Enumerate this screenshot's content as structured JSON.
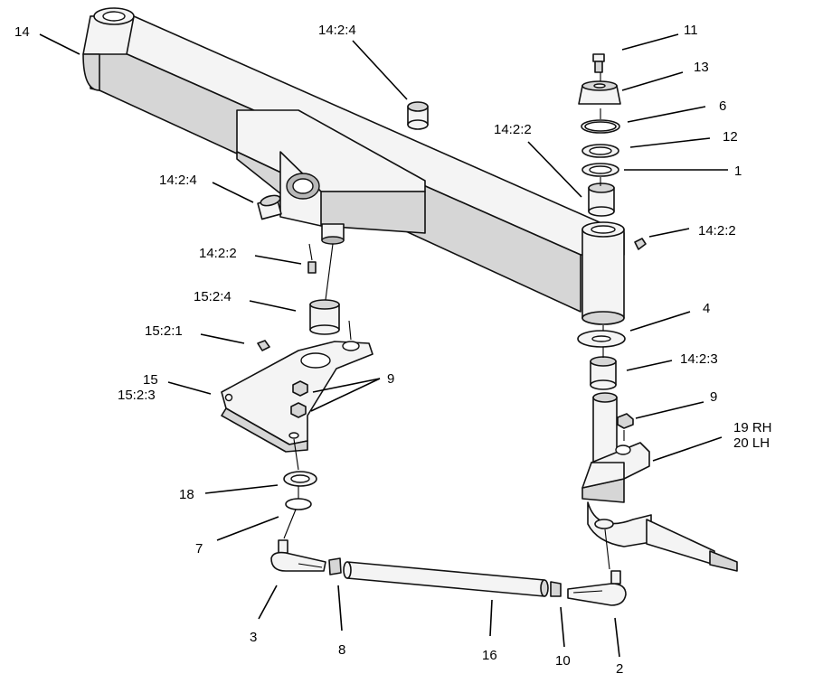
{
  "callouts": {
    "c14": "14",
    "c14_2_4_top": "14:2:4",
    "c14_2_4_left": "14:2:4",
    "c14_2_2_left": "14:2:2",
    "c14_2_2_mid": "14:2:2",
    "c14_2_2_right": "14:2:2",
    "c14_2_3": "14:2:3",
    "c15_2_4": "15:2:4",
    "c15_2_1": "15:2:1",
    "c15": "15",
    "c15_2_3": "15:2:3",
    "c9_left": "9",
    "c9_right": "9",
    "c11": "11",
    "c13": "13",
    "c6": "6",
    "c12": "12",
    "c1": "1",
    "c4": "4",
    "c19rh": "19 RH",
    "c20lh": "20 LH",
    "c18": "18",
    "c7": "7",
    "c3": "3",
    "c8": "8",
    "c16": "16",
    "c10": "10",
    "c2": "2"
  }
}
